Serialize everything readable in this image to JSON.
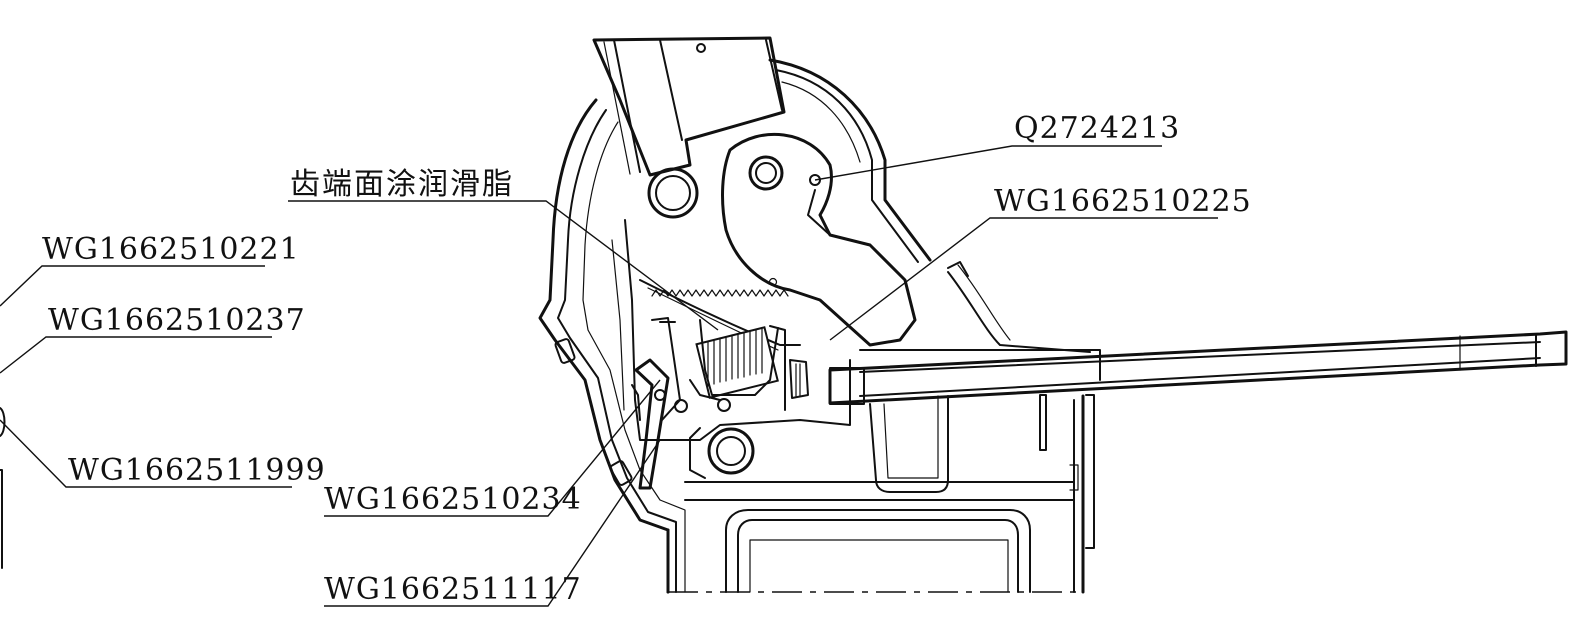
{
  "drawing": {
    "callouts": {
      "q2724213": "Q2724213",
      "wg1662510225": "WG1662510225",
      "wg1662510221": "WG1662510221",
      "wg1662510237": "WG1662510237",
      "wg1662511999": "WG1662511999",
      "wg1662510234": "WG1662510234",
      "wg1662511117": "WG1662511117"
    },
    "note": "齿端面涂润滑脂"
  }
}
